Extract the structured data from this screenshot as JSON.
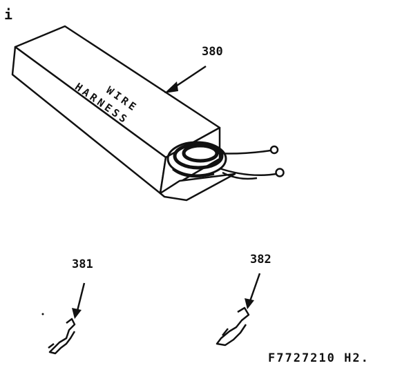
{
  "corner_mark": "i",
  "box": {
    "label_line1": "WIRE",
    "label_line2": "HARNESS"
  },
  "callouts": [
    {
      "id": "380",
      "text": "380"
    },
    {
      "id": "381",
      "text": "381"
    },
    {
      "id": "382",
      "text": "382"
    }
  ],
  "figure_code": "F7727210 H2.",
  "colors": {
    "ink": "#111111",
    "paper": "#ffffff"
  }
}
